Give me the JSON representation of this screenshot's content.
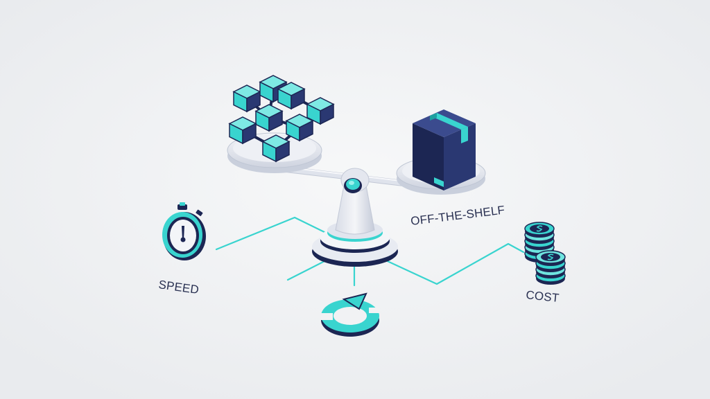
{
  "labels": {
    "speed": "SPEED",
    "cost": "COST",
    "off_the_shelf": "OFF-THE-SHELF"
  },
  "colors": {
    "background": "#f1f2f4",
    "teal": "#39d4cf",
    "teal_dark": "#1e9fa0",
    "navy": "#1c2653",
    "navy_mid": "#2a3872",
    "navy_light": "#3b4b8e",
    "scale_light": "#e8ebf2",
    "scale_shade": "#c9cfdc",
    "label_text": "#2a3152"
  },
  "icons": {
    "left_pan_item": "modular-cubes-icon",
    "right_pan_item": "package-box-icon",
    "speed": "stopwatch-icon",
    "cost": "coin-stack-icon",
    "bottom": "refresh-cycle-icon"
  }
}
